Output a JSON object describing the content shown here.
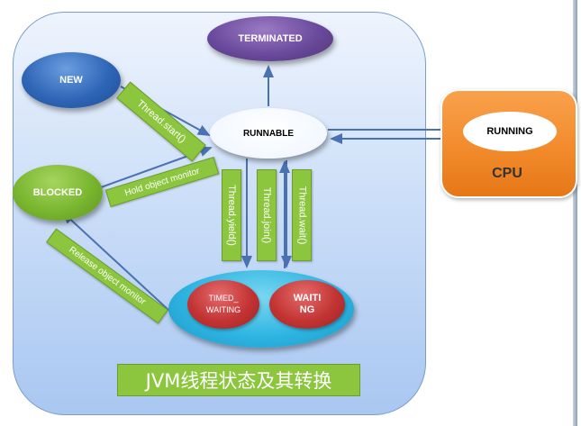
{
  "states": {
    "terminated": "TERMINATED",
    "new": "NEW",
    "runnable": "RUNNABLE",
    "blocked": "BLOCKED",
    "timed_waiting": "TIMED_\nWAITING",
    "waiting": "WAITI\nNG",
    "running": "RUNNING"
  },
  "transitions": {
    "thread_start": "Thread.start()",
    "hold_monitor": "Hold object monitor",
    "release_monitor": "Release object monitor",
    "yield": "Thread.yield()",
    "join": "Thread.join()",
    "wait": "Thread.wait()"
  },
  "cpu_label": "CPU",
  "caption": "JVM线程状态及其转换",
  "colors": {
    "panel": "#cddff8",
    "terminated": "#6a4a9c",
    "new": "#2f66b7",
    "blocked": "#79b62f",
    "wait_group": "#2fb5e2",
    "wait_states": "#c33434",
    "cpu": "#f28b2c",
    "tag": "#8cc63f",
    "arrow": "#4a72b0"
  }
}
